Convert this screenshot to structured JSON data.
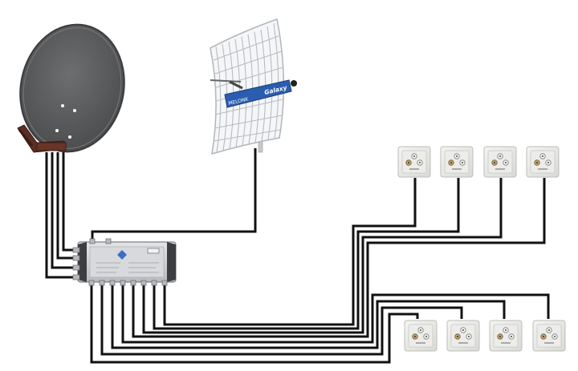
{
  "dish": {
    "icon": "satellite-dish-icon",
    "color": "#58595b"
  },
  "antenna": {
    "icon": "grid-antenna-icon",
    "brand": "Galaxy",
    "maker": "MELONK",
    "color": "#2a5db0"
  },
  "multiswitch": {
    "icon": "multiswitch-icon"
  },
  "outlets_top": [
    {
      "id": "outlet-1"
    },
    {
      "id": "outlet-2"
    },
    {
      "id": "outlet-3"
    },
    {
      "id": "outlet-4"
    }
  ],
  "outlets_bottom": [
    {
      "id": "outlet-5"
    },
    {
      "id": "outlet-6"
    },
    {
      "id": "outlet-7"
    },
    {
      "id": "outlet-8"
    }
  ]
}
